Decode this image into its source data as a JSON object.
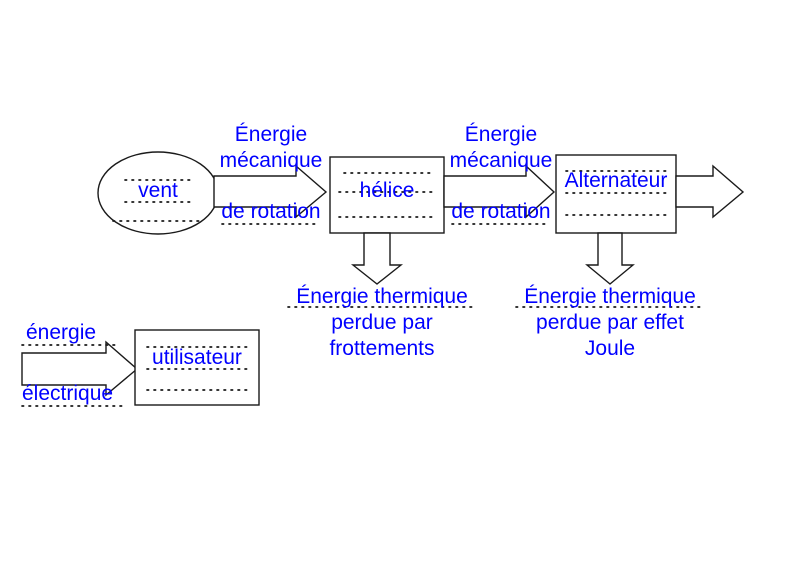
{
  "diagram": {
    "title": "Chaine energetique eolienne",
    "colors": {
      "text": "#0000ff",
      "stroke": "#1a1a1a",
      "fill": "#ffffff",
      "ruling": "#1a1a1a"
    },
    "nodes": [
      {
        "id": "vent",
        "shape": "ellipse",
        "label": "vent"
      },
      {
        "id": "helice",
        "shape": "rect",
        "label": "hélice"
      },
      {
        "id": "alternateur",
        "shape": "rect",
        "label": "Alternateur"
      },
      {
        "id": "utilisateur",
        "shape": "rect",
        "label": "utilisateur"
      }
    ],
    "flow_labels": [
      {
        "id": "flow1",
        "line1": "Énergie",
        "line2": "mécanique",
        "line3": "de rotation"
      },
      {
        "id": "flow2",
        "line1": "Énergie",
        "line2": "mécanique",
        "line3": "de rotation"
      }
    ],
    "loss_labels": [
      {
        "id": "loss-frottements",
        "line1": "Énergie thermique",
        "line2": "perdue par",
        "line3": "frottements"
      },
      {
        "id": "loss-joule",
        "line1": "Énergie thermique",
        "line2": "perdue par effet",
        "line3": "Joule"
      }
    ],
    "output_label": {
      "line1": "énergie",
      "line2": "électrique"
    }
  }
}
